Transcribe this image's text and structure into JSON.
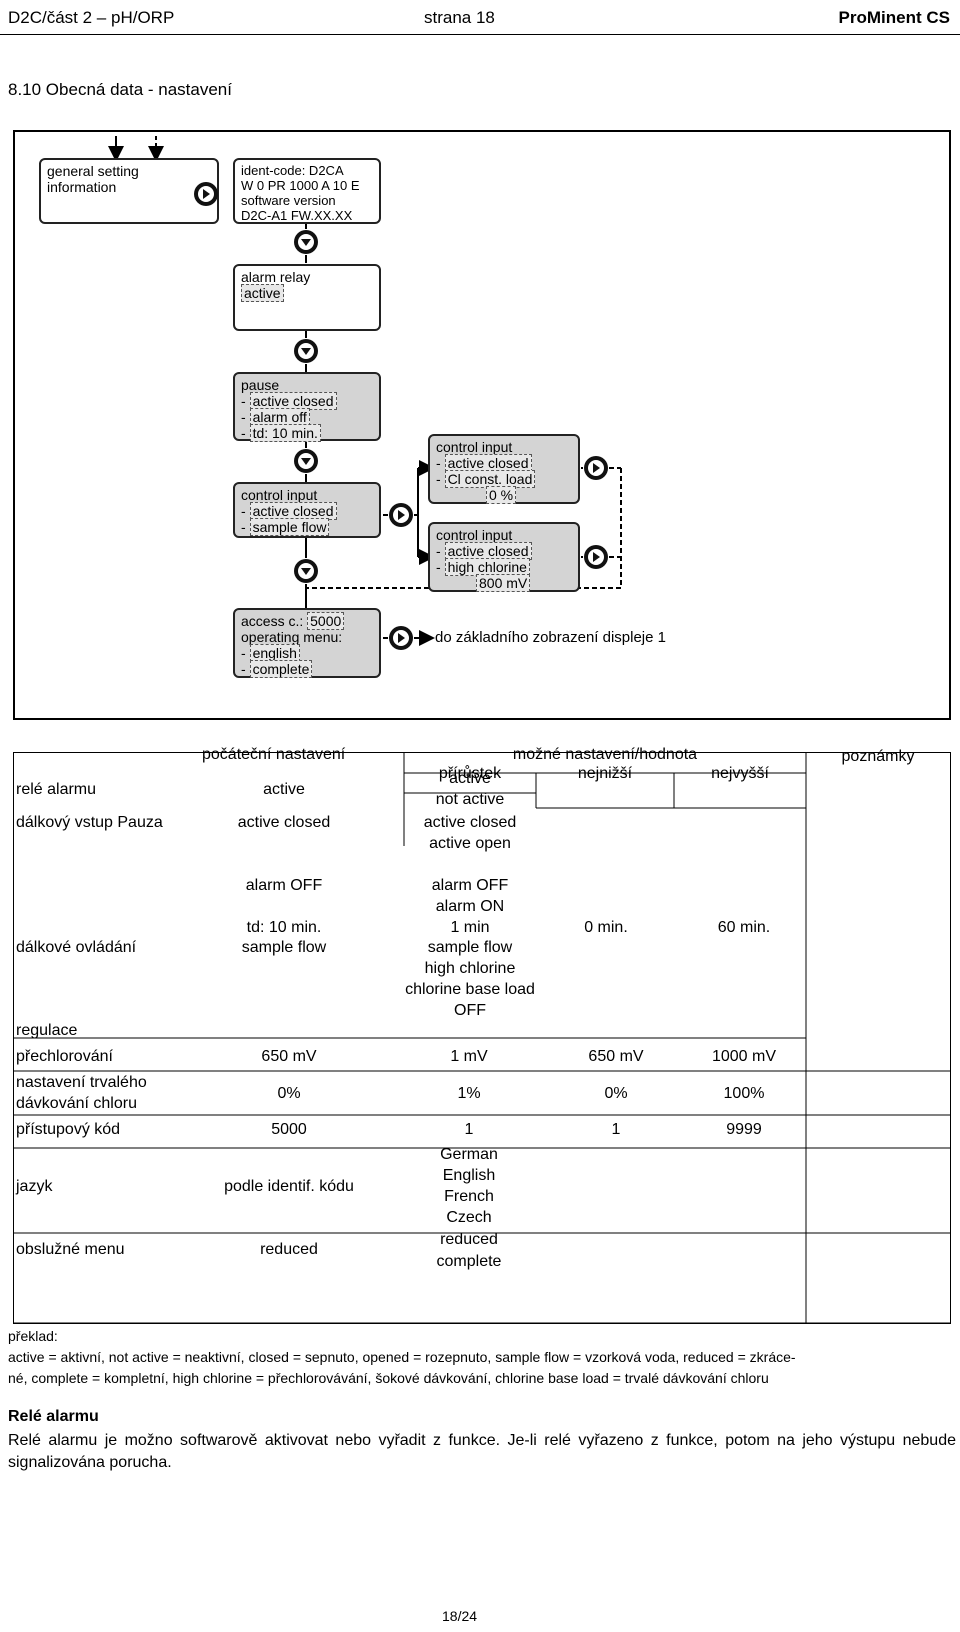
{
  "header": {
    "left": "D2C/část 2 – pH/ORP",
    "center": "strana 18",
    "right": "ProMinent CS"
  },
  "section_title": "8.10   Obecná data - nastavení",
  "diagram": {
    "general": [
      "general setting",
      "information"
    ],
    "ident": [
      "ident-code: D2CA",
      "W 0 PR 1000 A 10 E",
      "software version",
      "D2C-A1 FW.XX.XX"
    ],
    "alarm": {
      "l1": "alarm relay",
      "v1": "active"
    },
    "pause": {
      "l1": "pause",
      "v1": "active closed",
      "v2": "alarm off",
      "v3": "td: 10 min."
    },
    "control1": {
      "l1": "control input",
      "v1": "active closed",
      "v2": "sample flow"
    },
    "control2": {
      "l1": "control input",
      "v1": "active closed",
      "v2": "Cl const. load",
      "v3": "0 %"
    },
    "control3": {
      "l1": "control input",
      "v1": "active closed",
      "v2": "high chlorine",
      "v3": "800 mV"
    },
    "access": {
      "l1": "access c.:",
      "v1": "5000",
      "l2": "operating menu:",
      "v2": "english",
      "v3": "complete"
    },
    "dash": "-",
    "note": "do základního zobrazení displeje 1"
  },
  "table": {
    "h_initial": "počáteční nastavení",
    "h_possible": "možné nastavení/hodnota",
    "h_step": "přírůstek",
    "h_min": "nejnižší",
    "h_max": "nejvyšší",
    "h_notes": "poznámky",
    "r1_label": "relé alarmu",
    "r1_init": "active",
    "r1_opt1": "active",
    "r1_opt2": "not active",
    "r2_label": "dálkový vstup Pauza",
    "r2_init": "active closed",
    "r2_opt1": "active closed",
    "r2_opt2": "active open",
    "r3_init": "alarm OFF",
    "r3_opt1": "alarm OFF",
    "r3_opt2": "alarm ON",
    "r4_init": "td: 10 min.",
    "r4_step": "1 min",
    "r4_min": "0 min.",
    "r4_max": "60 min.",
    "r5_label": "dálkové ovládání",
    "r5_init": "sample flow",
    "r5_opt1": "sample flow",
    "r5_opt2": "high chlorine",
    "r5_opt3": "chlorine base load",
    "r5_opt4": "OFF",
    "r6_label": "regulace",
    "r7_label": "přechlorování",
    "r7_init": "650 mV",
    "r7_step": "1 mV",
    "r7_min": "650 mV",
    "r7_max": "1000 mV",
    "r8_label1": "nastavení trvalého",
    "r8_label2": "dávkování chloru",
    "r8_init": "0%",
    "r8_step": "1%",
    "r8_min": "0%",
    "r8_max": "100%",
    "r9_label": "přístupový kód",
    "r9_init": "5000",
    "r9_step": "1",
    "r9_min": "1",
    "r9_max": "9999",
    "r10_label": "jazyk",
    "r10_init": "podle identif. kódu",
    "r10_opt1": "German",
    "r10_opt2": "English",
    "r10_opt3": "French",
    "r10_opt4": "Czech",
    "r11_label": "obslužné menu",
    "r11_init": "reduced",
    "r11_opt1": "reduced",
    "r11_opt2": "complete"
  },
  "translation": {
    "label": "překlad:",
    "line1": "active = aktivní, not active = neaktivní, closed = sepnuto, opened = rozepnuto, sample flow = vzorková voda, reduced = zkráce-",
    "line2": "né, complete = kompletní, high chlorine = přechlorovávání, šokové dávkování, chlorine base load = trvalé dávkování chloru"
  },
  "relay": {
    "title": "Relé alarmu",
    "text": "Relé alarmu je možno softwarově aktivovat nebo vyřadit z funkce. Je-li relé vyřazeno z funkce, potom na jeho výstupu nebude signalizována porucha."
  },
  "footer": "18/24"
}
